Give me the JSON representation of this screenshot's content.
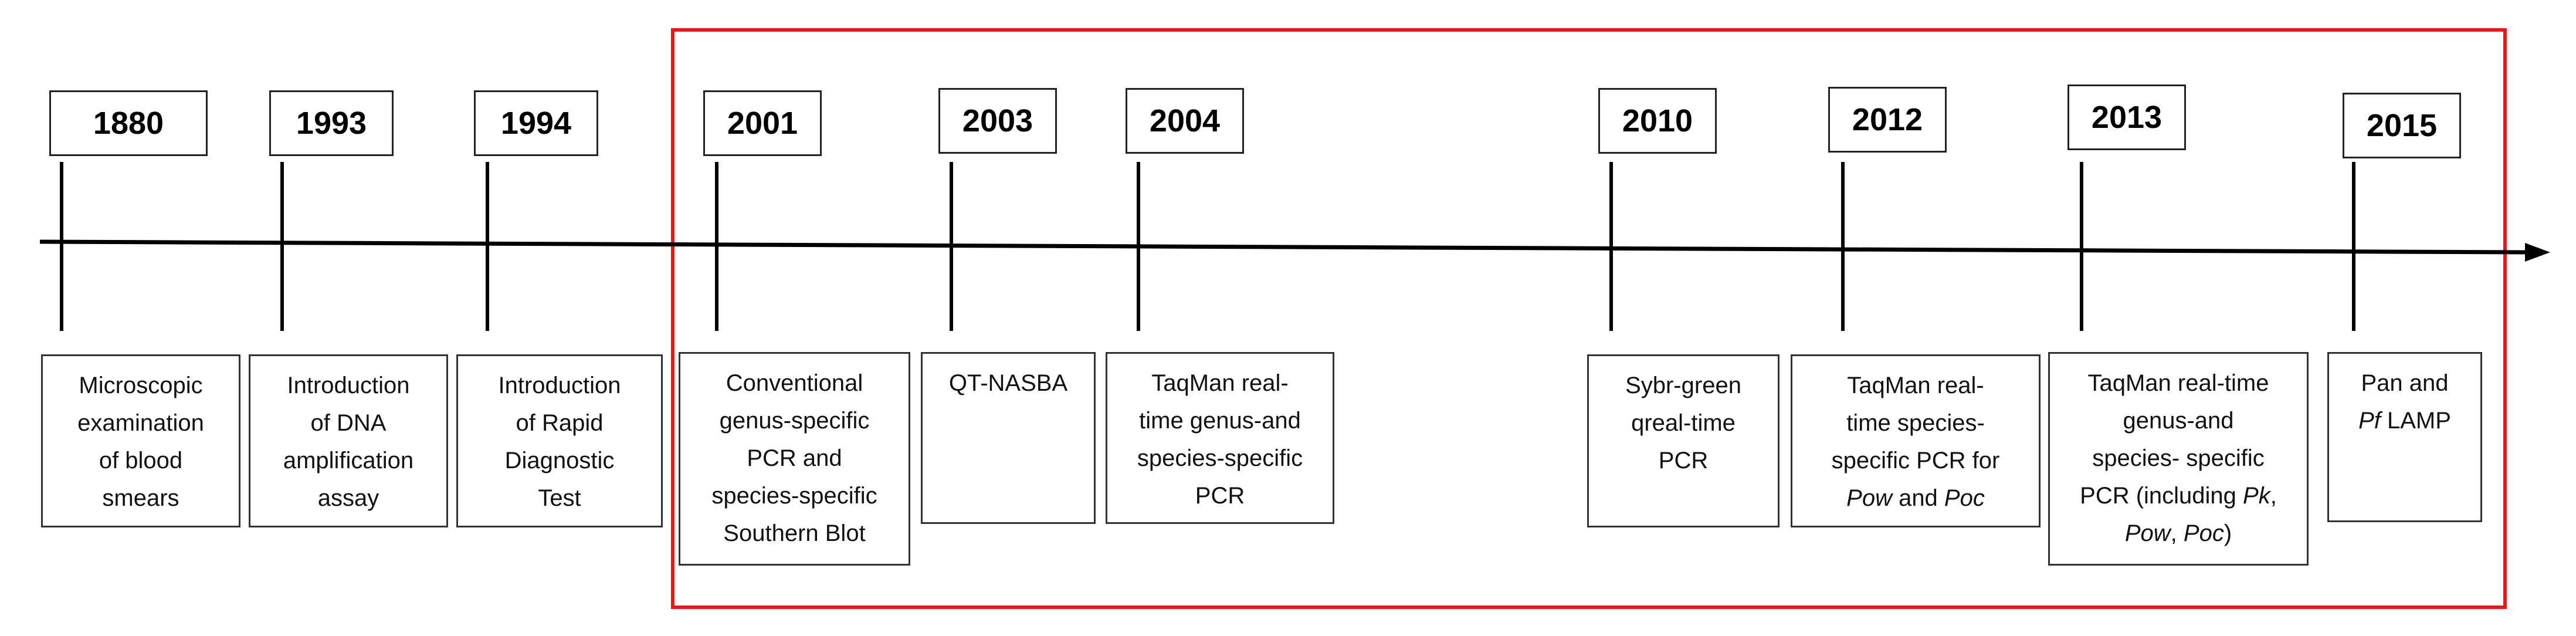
{
  "timeline": {
    "highlight_color": "#e21b1b",
    "axis_color": "#000000",
    "events": [
      {
        "year": "1880",
        "lines": [
          [
            "Microscopic"
          ],
          [
            "examination"
          ],
          [
            "of blood"
          ],
          [
            "smears"
          ]
        ]
      },
      {
        "year": "1993",
        "lines": [
          [
            "Introduction"
          ],
          [
            "of DNA"
          ],
          [
            "amplification"
          ],
          [
            "assay"
          ]
        ]
      },
      {
        "year": "1994",
        "lines": [
          [
            "Introduction"
          ],
          [
            "of Rapid"
          ],
          [
            "Diagnostic"
          ],
          [
            "Test"
          ]
        ]
      },
      {
        "year": "2001",
        "lines": [
          [
            "Conventional"
          ],
          [
            "genus-specific"
          ],
          [
            "PCR and"
          ],
          [
            "species-specific"
          ],
          [
            "Southern Blot"
          ]
        ]
      },
      {
        "year": "2003",
        "lines": [
          [
            "QT-NASBA"
          ]
        ]
      },
      {
        "year": "2004",
        "lines": [
          [
            "TaqMan real-"
          ],
          [
            "time genus-and"
          ],
          [
            "species-specific"
          ],
          [
            "PCR"
          ]
        ]
      },
      {
        "year": "2010",
        "lines": [
          [
            "Sybr-green"
          ],
          [
            "qreal-time"
          ],
          [
            "PCR"
          ]
        ]
      },
      {
        "year": "2012",
        "lines": [
          [
            "TaqMan real-"
          ],
          [
            "time species-"
          ],
          [
            "specific PCR for"
          ],
          [
            {
              "t": "Pow",
              "i": true
            },
            " and ",
            {
              "t": "Poc",
              "i": true
            }
          ]
        ]
      },
      {
        "year": "2013",
        "lines": [
          [
            "TaqMan real-time"
          ],
          [
            "genus-and"
          ],
          [
            "species- specific"
          ],
          [
            "PCR (including ",
            {
              "t": "Pk",
              "i": true
            },
            ","
          ],
          [
            {
              "t": "Pow",
              "i": true
            },
            ", ",
            {
              "t": "Poc",
              "i": true
            },
            ")"
          ]
        ]
      },
      {
        "year": "2015",
        "lines": [
          [
            "Pan and"
          ],
          [
            {
              "t": "Pf",
              "i": true
            },
            " LAMP"
          ]
        ]
      }
    ]
  }
}
